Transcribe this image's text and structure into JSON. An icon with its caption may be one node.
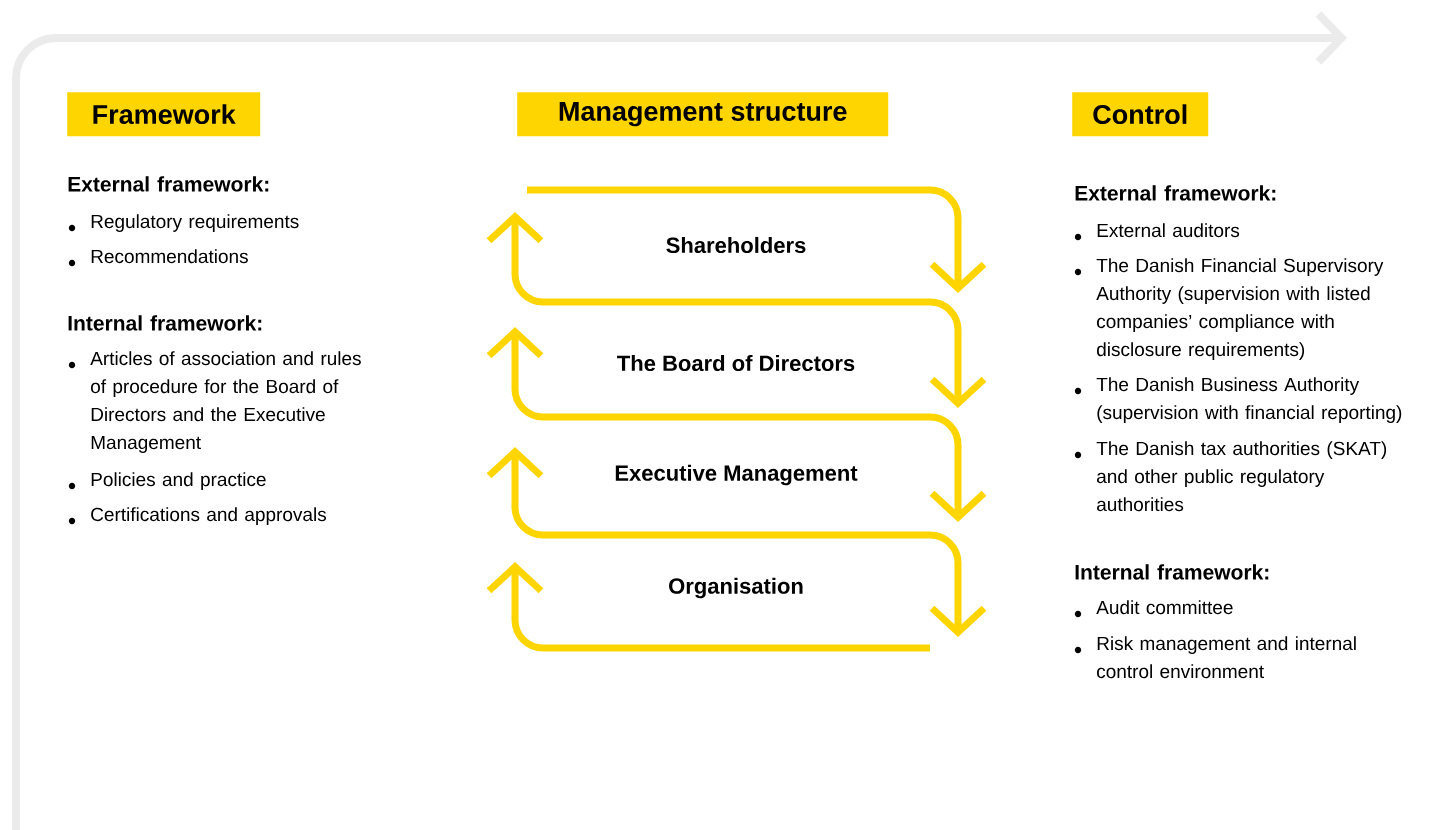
{
  "diagram": {
    "nodes": [
      {
        "text": [
          "Framework"
        ]
      },
      {
        "text": [
          "Management structure"
        ]
      },
      {
        "text": [
          "Control"
        ]
      }
    ],
    "labels": [
      "External framework:",
      "Regulatory requirements",
      "Recommendations",
      "Internal framework:",
      "Articles of association and rules of procedure for the Board of Directors and the Executive Management",
      "Policies and practice",
      "Certifications and approvals",
      "Shareholders",
      "The Board of Directors",
      "Executive Management",
      "Organisation",
      "External framework:",
      "External auditors",
      "The Danish Financial Supervisory Authority (supervision with listed companies’ compliance with disclosure requirements)",
      "The Danish Business Authority (supervision with financial reporting)",
      "The Danish tax authorities (SKAT) and other public regulatory authorities",
      "Internal framework:",
      "Audit committee",
      "Risk management and internal control environment"
    ]
  }
}
